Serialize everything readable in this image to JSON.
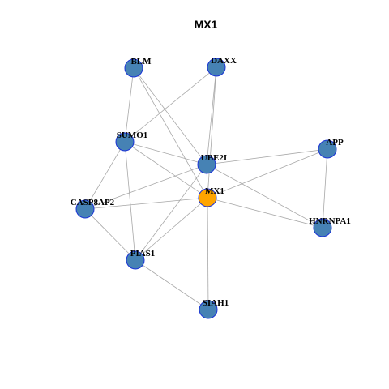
{
  "title": "MX1",
  "colors": {
    "node_fill": "#4682b4",
    "node_stroke": "#1a33d6",
    "center_fill": "#ffa500",
    "center_stroke": "#1a33d6",
    "edge": "#a8a8a8"
  },
  "nodes": [
    {
      "id": "BLM",
      "label": "BLM",
      "center": false
    },
    {
      "id": "DAXX",
      "label": "DAXX",
      "center": false
    },
    {
      "id": "SUMO1",
      "label": "SUMO1",
      "center": false
    },
    {
      "id": "APP",
      "label": "APP",
      "center": false
    },
    {
      "id": "UBE2I",
      "label": "UBE2I",
      "center": false
    },
    {
      "id": "MX1",
      "label": "MX1",
      "center": true
    },
    {
      "id": "CASP8AP2",
      "label": "CASP8AP2",
      "center": false
    },
    {
      "id": "HNRNPA1",
      "label": "HNRNPA1",
      "center": false
    },
    {
      "id": "PIAS1",
      "label": "PIAS1",
      "center": false
    },
    {
      "id": "SIAH1",
      "label": "SIAH1",
      "center": false
    }
  ],
  "edges": [
    [
      "BLM",
      "SUMO1"
    ],
    [
      "BLM",
      "UBE2I"
    ],
    [
      "BLM",
      "MX1"
    ],
    [
      "DAXX",
      "SUMO1"
    ],
    [
      "DAXX",
      "UBE2I"
    ],
    [
      "DAXX",
      "MX1"
    ],
    [
      "SUMO1",
      "UBE2I"
    ],
    [
      "SUMO1",
      "MX1"
    ],
    [
      "SUMO1",
      "CASP8AP2"
    ],
    [
      "SUMO1",
      "PIAS1"
    ],
    [
      "APP",
      "UBE2I"
    ],
    [
      "APP",
      "MX1"
    ],
    [
      "APP",
      "HNRNPA1"
    ],
    [
      "UBE2I",
      "MX1"
    ],
    [
      "UBE2I",
      "CASP8AP2"
    ],
    [
      "UBE2I",
      "HNRNPA1"
    ],
    [
      "UBE2I",
      "PIAS1"
    ],
    [
      "MX1",
      "CASP8AP2"
    ],
    [
      "MX1",
      "HNRNPA1"
    ],
    [
      "MX1",
      "PIAS1"
    ],
    [
      "MX1",
      "SIAH1"
    ],
    [
      "CASP8AP2",
      "PIAS1"
    ],
    [
      "PIAS1",
      "SIAH1"
    ]
  ]
}
